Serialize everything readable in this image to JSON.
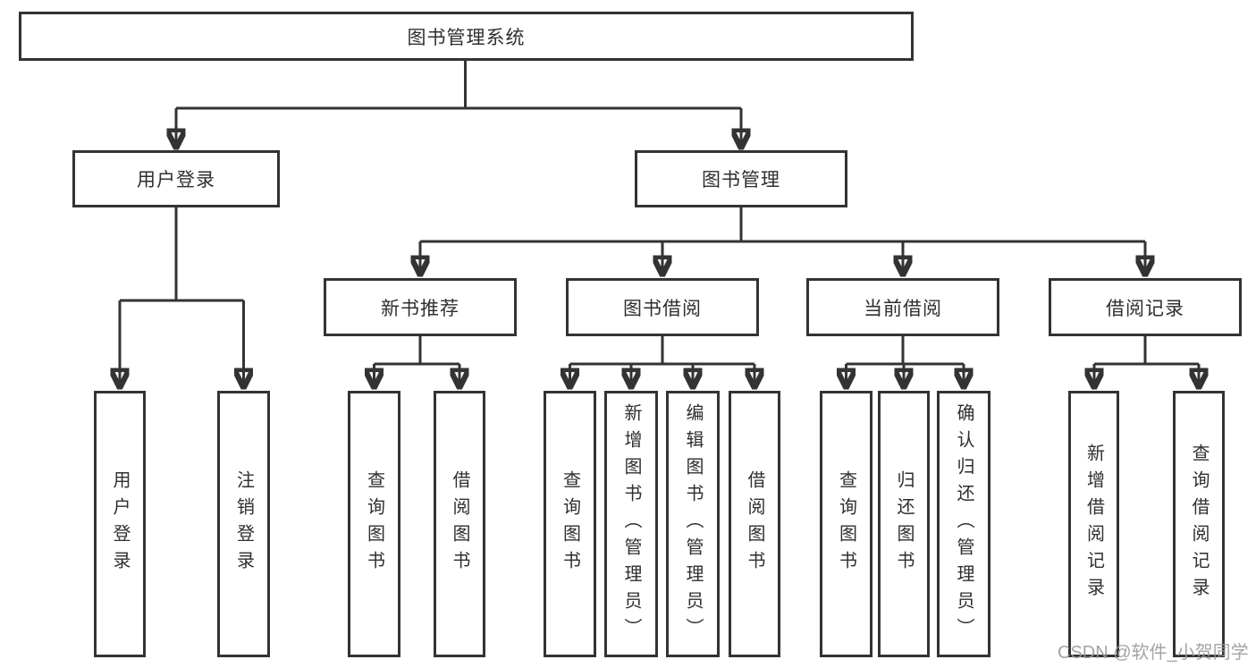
{
  "tree": {
    "label": "图书管理系统",
    "children": [
      {
        "label": "用户登录",
        "children": [
          {
            "label": "用户登录"
          },
          {
            "label": "注销登录"
          }
        ]
      },
      {
        "label": "图书管理",
        "children": [
          {
            "label": "新书推荐",
            "children": [
              {
                "label": "查询图书"
              },
              {
                "label": "借阅图书"
              }
            ]
          },
          {
            "label": "图书借阅",
            "children": [
              {
                "label": "查询图书"
              },
              {
                "label": "新增图书（管理员）"
              },
              {
                "label": "编辑图书（管理员）"
              },
              {
                "label": "借阅图书"
              }
            ]
          },
          {
            "label": "当前借阅",
            "children": [
              {
                "label": "查询图书"
              },
              {
                "label": "归还图书"
              },
              {
                "label": "确认归还（管理员）"
              }
            ]
          },
          {
            "label": "借阅记录",
            "children": [
              {
                "label": "新增借阅记录"
              },
              {
                "label": "查询借阅记录"
              }
            ]
          }
        ]
      }
    ]
  },
  "watermark": "CSDN @软件_小贺同学",
  "colors": {
    "line": "#333333",
    "text": "#2f2f2f",
    "watermark": "#9a9a9a",
    "background": "#ffffff"
  }
}
